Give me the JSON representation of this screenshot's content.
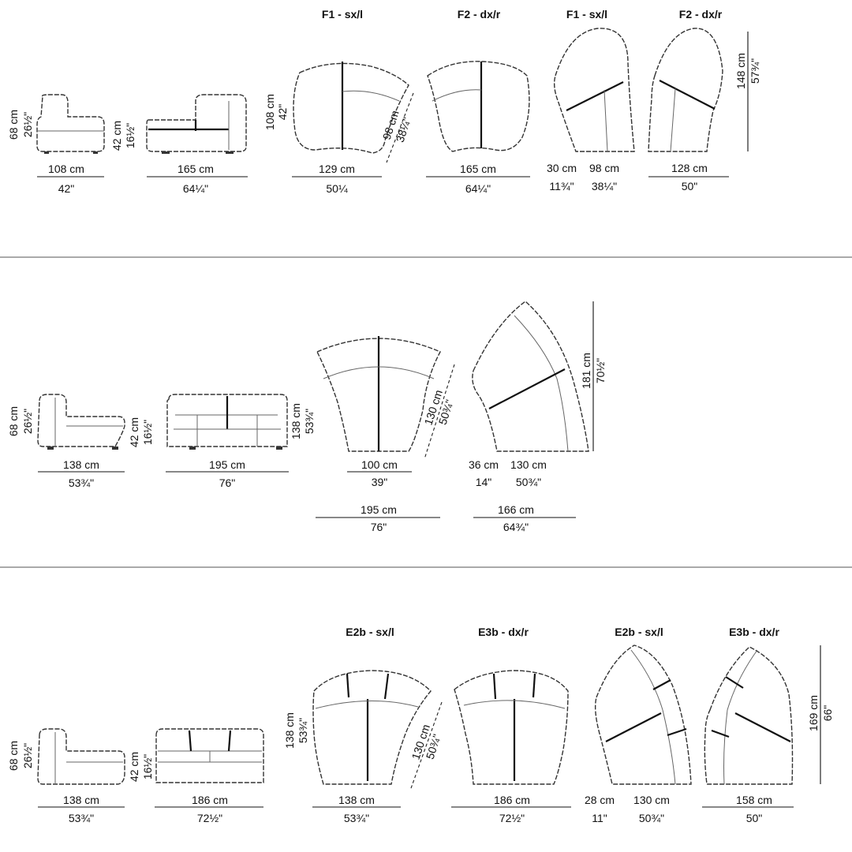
{
  "sections": [
    {
      "side_height": [
        "68 cm",
        "26½\""
      ],
      "side_seat": [
        "42 cm",
        "16½\""
      ],
      "side_width": [
        "108 cm",
        "42\""
      ],
      "front_width": [
        "165 cm",
        "64¼\""
      ],
      "plan_a": {
        "label": "F1 - sx/l",
        "height": [
          "108 cm",
          "42\""
        ],
        "diag": [
          "98 cm",
          "38¼\""
        ],
        "width": [
          "129 cm",
          "50¼"
        ]
      },
      "plan_b": {
        "label": "F2 - dx/r",
        "width": [
          "165 cm",
          "64¼\""
        ]
      },
      "tall_a": {
        "label": "F1 - sx/l",
        "w1": [
          "30 cm",
          "11¾\""
        ],
        "w2": [
          "98 cm",
          "38¼\""
        ]
      },
      "tall_b": {
        "label": "F2 - dx/r",
        "width": [
          "128 cm",
          "50\""
        ],
        "height": [
          "148 cm",
          "57¾\""
        ]
      }
    },
    {
      "side_height": [
        "68 cm",
        "26½\""
      ],
      "side_seat": [
        "42 cm",
        "16½\""
      ],
      "side_width": [
        "138 cm",
        "53¾\""
      ],
      "front_depth": [
        "138 cm",
        "53¾\""
      ],
      "front_width": [
        "195 cm",
        "76\""
      ],
      "fan": {
        "diag": [
          "130 cm",
          "50¾\""
        ],
        "inner": [
          "100 cm",
          "39\""
        ],
        "outer": [
          "195 cm",
          "76\""
        ]
      },
      "tall": {
        "height": [
          "181 cm",
          "70½\""
        ],
        "w1": [
          "36 cm",
          "14\""
        ],
        "w2": [
          "130 cm",
          "50¾\""
        ],
        "total": [
          "166 cm",
          "64¾\""
        ]
      }
    },
    {
      "side_height": [
        "68 cm",
        "26½\""
      ],
      "side_seat": [
        "42 cm",
        "16½\""
      ],
      "side_width": [
        "138 cm",
        "53¾\""
      ],
      "front_width": [
        "186 cm",
        "72½\""
      ],
      "plan_a": {
        "label": "E2b - sx/l",
        "height": [
          "138 cm",
          "53¾\""
        ],
        "diag": [
          "130 cm",
          "50¾\""
        ],
        "width": [
          "138 cm",
          "53¾\""
        ]
      },
      "plan_b": {
        "label": "E3b - dx/r",
        "width": [
          "186 cm",
          "72½\""
        ]
      },
      "tall_a": {
        "label": "E2b - sx/l",
        "w1": [
          "28 cm",
          "11\""
        ],
        "w2": [
          "130 cm",
          "50¾\""
        ]
      },
      "tall_b": {
        "label": "E3b - dx/r",
        "width": [
          "158 cm",
          "50\""
        ],
        "height": [
          "169 cm",
          "66\""
        ]
      }
    }
  ]
}
